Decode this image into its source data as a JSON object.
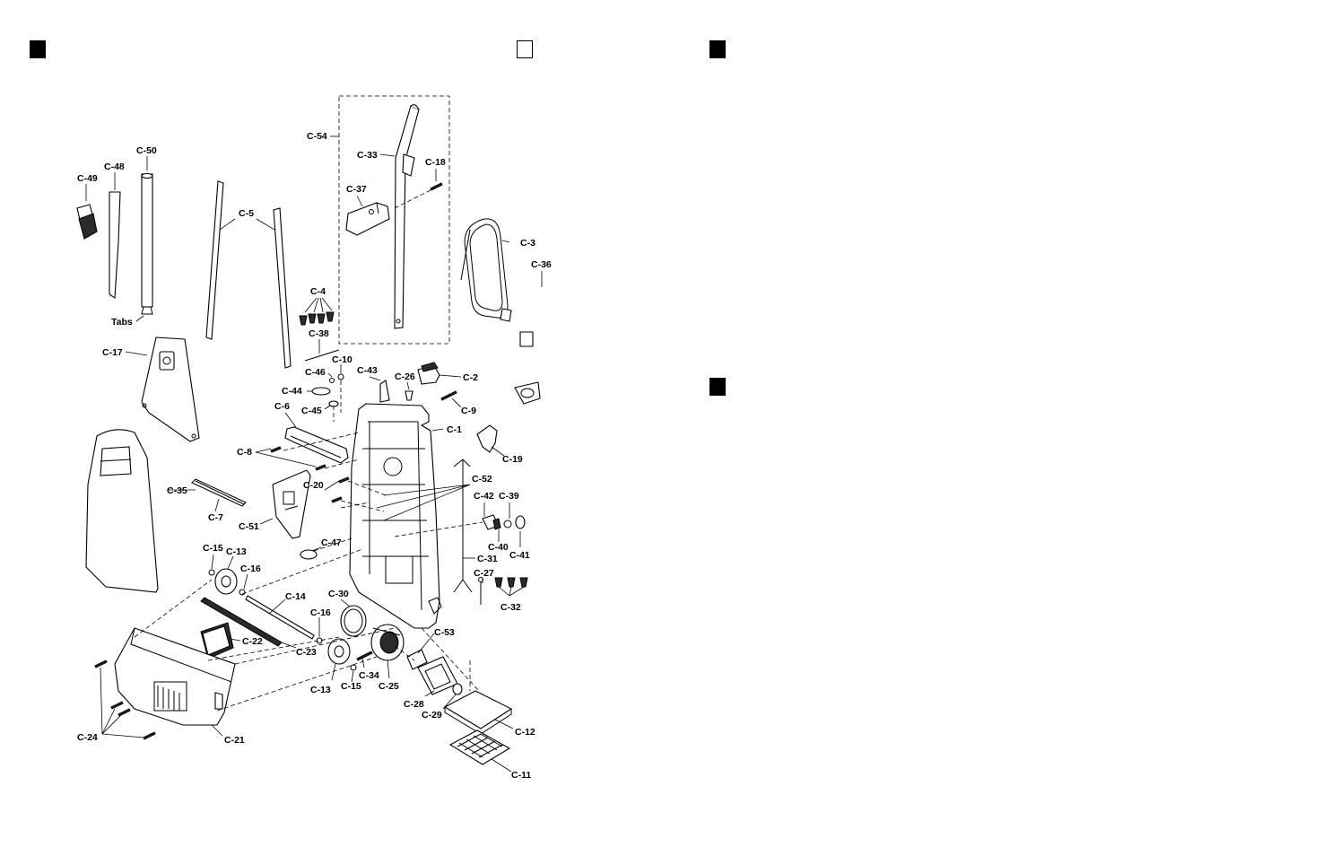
{
  "markers": [
    {
      "name": "marker-top-left",
      "style": "filled"
    },
    {
      "name": "marker-top-middle",
      "style": "outline"
    },
    {
      "name": "marker-top-right",
      "style": "filled"
    },
    {
      "name": "marker-mid-right",
      "style": "filled"
    }
  ],
  "labels": {
    "c1": "C-1",
    "c2": "C-2",
    "c3": "C-3",
    "c4": "C-4",
    "c5": "C-5",
    "c6": "C-6",
    "c7": "C-7",
    "c8": "C-8",
    "c9": "C-9",
    "c10": "C-10",
    "c11": "C-11",
    "c12": "C-12",
    "c13a": "C-13",
    "c13b": "C-13",
    "c14": "C-14",
    "c15a": "C-15",
    "c15b": "C-15",
    "c16a": "C-16",
    "c16b": "C-16",
    "c17": "C-17",
    "c18": "C-18",
    "c19": "C-19",
    "c20": "C-20",
    "c21": "C-21",
    "c22": "C-22",
    "c23": "C-23",
    "c24": "C-24",
    "c25": "C-25",
    "c26": "C-26",
    "c27": "C-27",
    "c28": "C-28",
    "c29": "C-29",
    "c30": "C-30",
    "c31": "C-31",
    "c32": "C-32",
    "c33": "C-33",
    "c34": "C-34",
    "c35": "C-35",
    "c36": "C-36",
    "c37": "C-37",
    "c38": "C-38",
    "c39": "C-39",
    "c40": "C-40",
    "c41": "C-41",
    "c42": "C-42",
    "c43": "C-43",
    "c44": "C-44",
    "c45": "C-45",
    "c46": "C-46",
    "c47": "C-47",
    "c48": "C-48",
    "c49": "C-49",
    "c50": "C-50",
    "c51": "C-51",
    "c52": "C-52",
    "c53": "C-53",
    "c54": "C-54",
    "tabs": "Tabs"
  }
}
